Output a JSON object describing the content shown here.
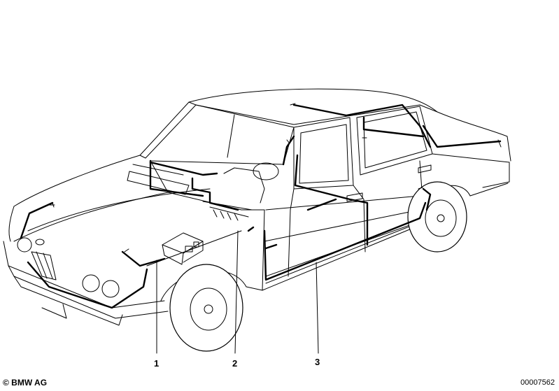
{
  "callouts": [
    {
      "id": "1",
      "label": "1"
    },
    {
      "id": "2",
      "label": "2"
    },
    {
      "id": "3",
      "label": "3"
    }
  ],
  "footer": {
    "copyright": "© BMW AG",
    "image_number": "00007562"
  }
}
